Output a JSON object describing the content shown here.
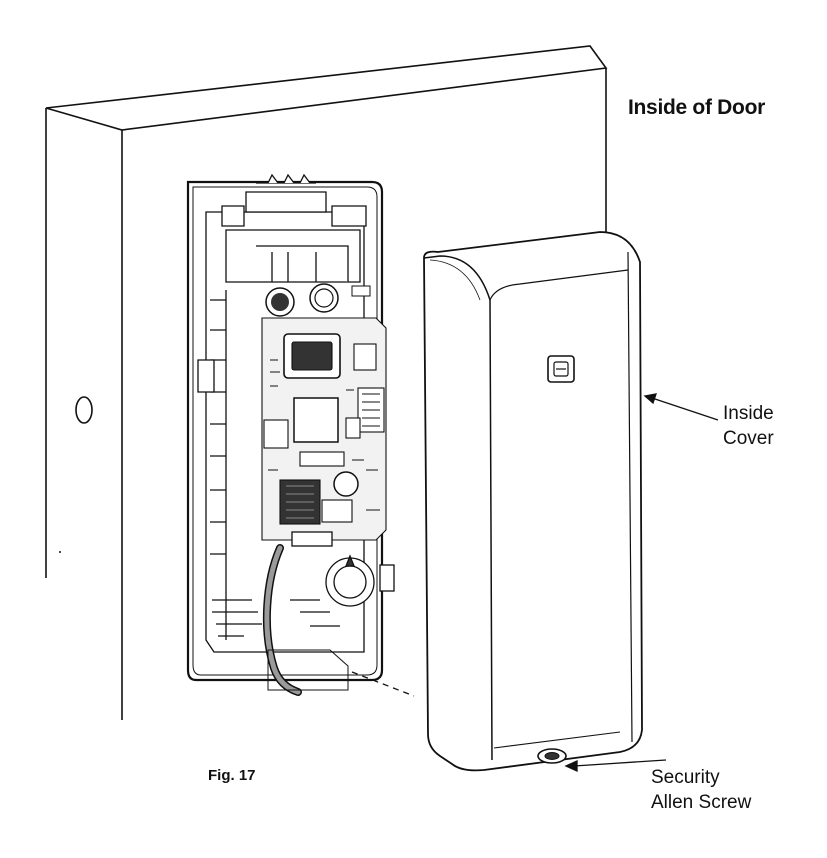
{
  "heading": "Inside of Door",
  "callouts": {
    "inside_cover": [
      "Inside",
      "Cover"
    ],
    "allen_screw": [
      "Security",
      "Allen Screw"
    ]
  },
  "figure_number": "Fig. 17",
  "colors": {
    "line": "#111111",
    "cover_fill": "#ffffff",
    "board_fill": "#f2f2f2",
    "dark_part": "#333333",
    "cable": "#9a9a9a"
  }
}
